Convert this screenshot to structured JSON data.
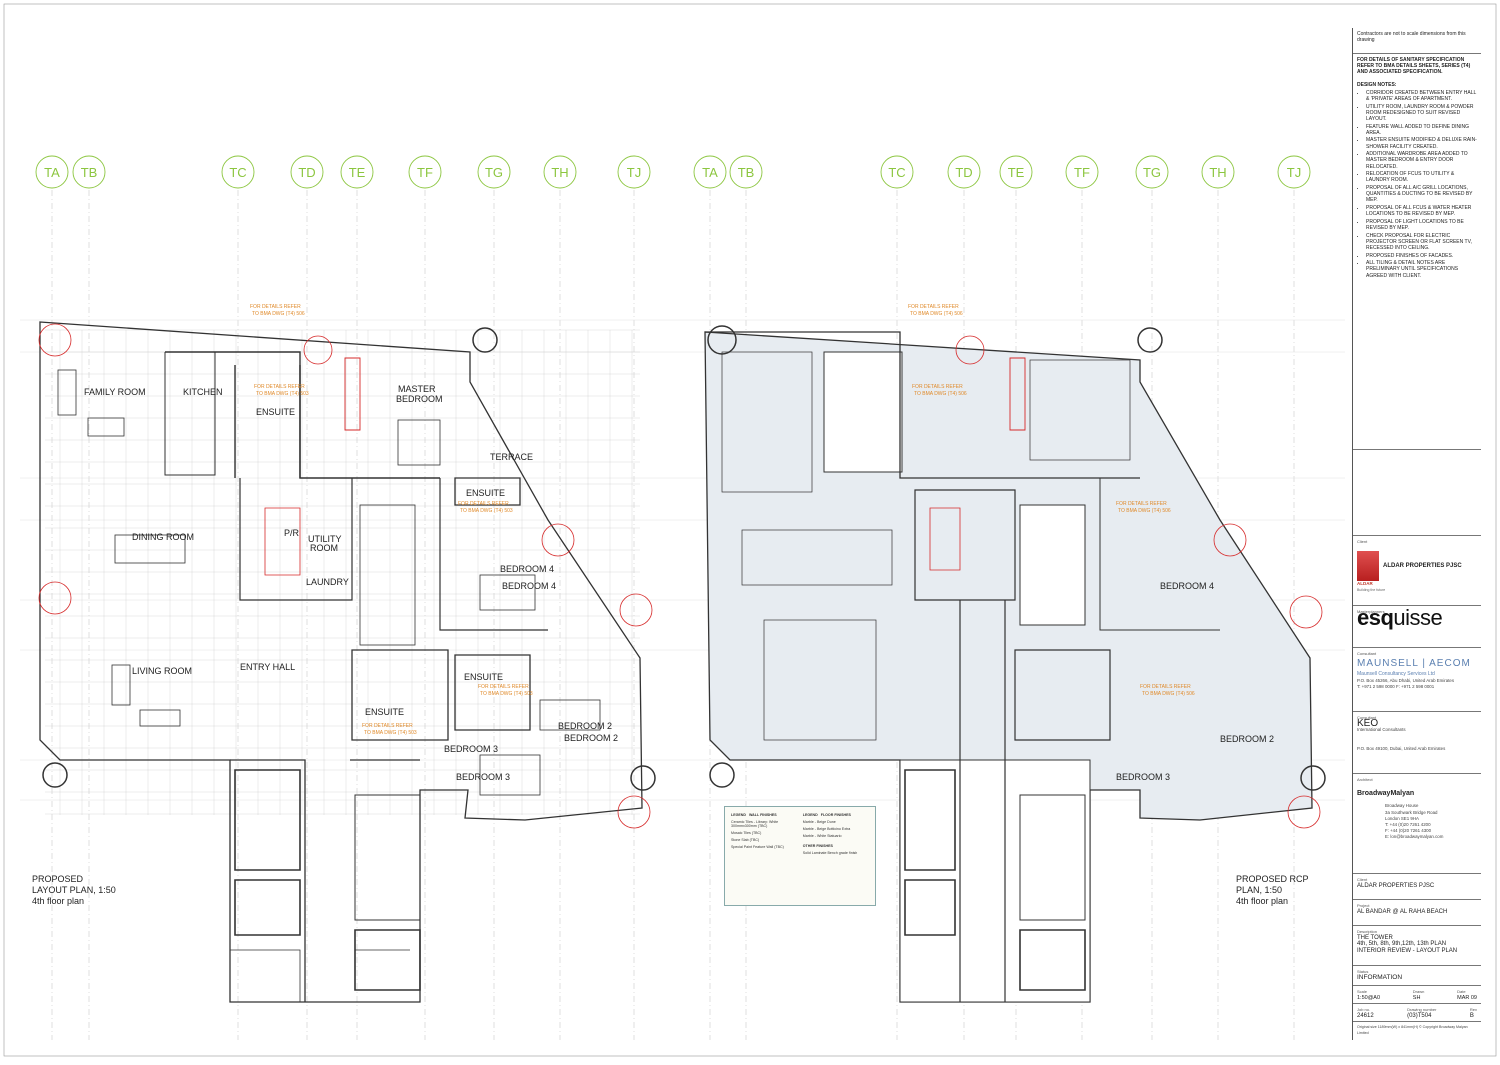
{
  "sheet": {
    "colors": {
      "line": "#333333",
      "grid": "#bfbfbf",
      "gridBubble": "#8cc63f",
      "accent": "#d62a2a",
      "detailNote": "#e08a2a",
      "rcpFill": "#e7ecf1"
    },
    "grid_labels": [
      "TA",
      "TB",
      "TC",
      "TD",
      "TE",
      "TF",
      "TG",
      "TH",
      "TJ"
    ],
    "layout_plan": {
      "title_line1": "PROPOSED",
      "title_line2": "LAYOUT PLAN, 1:50",
      "title_line3": "4th floor plan",
      "rooms": {
        "family": "FAMILY ROOM",
        "kitchen": "KITCHEN",
        "ensuite1": "ENSUITE",
        "master1": "MASTER",
        "master2": "BEDROOM",
        "terrace": "TERRACE",
        "ensuite2": "ENSUITE",
        "dining": "DINING ROOM",
        "pr": "P/R",
        "utility1": "UTILITY",
        "utility2": "ROOM",
        "laundry": "LAUNDRY",
        "bed4a": "BEDROOM 4",
        "bed4b": "BEDROOM 4",
        "living": "LIVING ROOM",
        "entry": "ENTRY HALL",
        "ensuite3": "ENSUITE",
        "ensuite4": "ENSUITE",
        "bed2a": "BEDROOM 2",
        "bed2b": "BEDROOM 2",
        "bed3a": "BEDROOM 3",
        "bed3b": "BEDROOM 3"
      },
      "note1": "FOR DETAILS REFER",
      "note2": "TO BMA DWG (T4) 506",
      "note3": "FOR DETAILS REFER",
      "note4": "TO BMA DWG (T4) 503"
    },
    "rcp_plan": {
      "title_line1": "PROPOSED RCP",
      "title_line2": "PLAN, 1:50",
      "title_line3": "4th floor plan",
      "rooms": {
        "bed4": "BEDROOM 4",
        "bed2": "BEDROOM 2",
        "bed3": "BEDROOM 3"
      },
      "note1": "FOR DETAILS REFER",
      "note2": "TO BMA DWG (T4) 506"
    }
  },
  "title_block": {
    "scale_note": "Contractors are not to scale dimensions from this drawing",
    "sanitary_note": "FOR DETAILS OF SANITARY SPECIFICATION REFER TO BMA DETAILS SHEETS, SERIES (T4) AND ASSOCIATED SPECIFICATION.",
    "design_notes_heading": "DESIGN NOTES:",
    "design_notes": [
      "CORRIDOR CREATED BETWEEN ENTRY HALL & 'PRIVATE' AREAS OF APARTMENT.",
      "UTILITY ROOM, LAUNDRY ROOM & POWDER ROOM REDESIGNED TO SUIT REVISED LAYOUT.",
      "FEATURE WALL ADDED TO DEFINE DINING AREA.",
      "MASTER ENSUITE MODIFIED & DELUXE RAIN-SHOWER FACILITY CREATED.",
      "ADDITIONAL WARDROBE AREA ADDED TO MASTER BEDROOM & ENTRY DOOR RELOCATED.",
      "RELOCATION OF FCUs TO UTILITY & LAUNDRY ROOM.",
      "PROPOSAL OF ALL A/C GRILL LOCATIONS, QUANTITIES & DUCTING TO BE REVISED BY MEP.",
      "PROPOSAL OF ALL FCUs & WATER HEATER LOCATIONS TO BE REVISED BY MEP.",
      "PROPOSAL OF LIGHT LOCATIONS TO BE REVISED BY MEP.",
      "CHECK PROPOSAL FOR ELECTRIC PROJECTOR SCREEN OR FLAT SCREEN TV, RECESSED INTO CEILING.",
      "PROPOSED FINISHES OF FACADES.",
      "ALL TILING & DETAIL NOTES ARE PRELIMINARY UNTIL SPECIFICATIONS AGREED WITH CLIENT."
    ],
    "client_label": "Client",
    "client_name": "ALDAR PROPERTIES PJSC",
    "aldar_logo": "ALDAR",
    "aldar_tagline": "Building the future",
    "masterplanner_label": "Masterplanners",
    "esq_bold": "esq",
    "esq_light": "uisse",
    "consultant_label": "Consultant",
    "maunsell_logo": "MAUNSELL | AECOM",
    "maunsell_name": "Maunsell Consultancy Services Ltd",
    "maunsell_addr": "P.O. Box 45266, Abu Dhabi, United Arab Emirates",
    "maunsell_tel": "T: +971 2 598 0000  F: +971 2 598 0001",
    "consultant2_label": "Consultant",
    "keo_logo": "KEO",
    "keo_sub": "International Consultants",
    "keo_addr": "P.O. Box 49100, Dubai, United Arab Emirates",
    "architect_label": "Architect",
    "bm_logo": "BroadwayMalyan",
    "bm_addr1": "Broadway House",
    "bm_addr2": "3a Southwark Bridge Road",
    "bm_addr3": "London  SE1 9HA",
    "bm_tel": "T: +44 (0)20 7261 4200",
    "bm_fax": "F: +44 (0)20 7261 4300",
    "bm_email": "E: lon@broadwaymalyan.com",
    "client2_label": "Client",
    "client2_name": "ALDAR PROPERTIES PJSC",
    "project_label": "Project",
    "project_name": "AL BANDAR @ AL RAHA BEACH",
    "description_label": "Description",
    "desc1": "THE TOWER",
    "desc2": "4th, 5th, 8th, 9th,12th, 13th PLAN",
    "desc3": "INTERIOR REVIEW - LAYOUT PLAN",
    "status_label": "Status",
    "status": "INFORMATION",
    "scale_label": "Scale",
    "scale": "1:50@A0",
    "drawn_label": "Drawn",
    "drawn": "SH",
    "date_label": "Date",
    "date": "MAR 09",
    "job_label": "Job no.",
    "job": "24612",
    "dwg_label": "Drawing number",
    "dwg": "(03)T504",
    "rev_label": "Rev",
    "rev": "B",
    "footer": "Original size 1189mm(W) x 841mm(H)  ©  Copyright Broadway Malyan Limited"
  },
  "legend": {
    "col1_title": "LEGEND",
    "col2_title": "WALL FINISHES",
    "col3_title": "LEGEND",
    "col4_title": "FLOOR FINISHES",
    "items": [
      "Ceramic Tiles - Library: White 300mmx300mm (TBC)",
      "Mosaic Tiles (TBC)",
      "Stone Slab (TBC)",
      "Special Paint Feature Wall (TBC)"
    ],
    "floor_items": [
      "Marble - Beige Dune",
      "Marble - Beige Botticino Extra",
      "Marble - White Statuario"
    ],
    "other_title": "OTHER FINISHES",
    "other_items": [
      "Solid Laminate Bench grade finish"
    ]
  }
}
